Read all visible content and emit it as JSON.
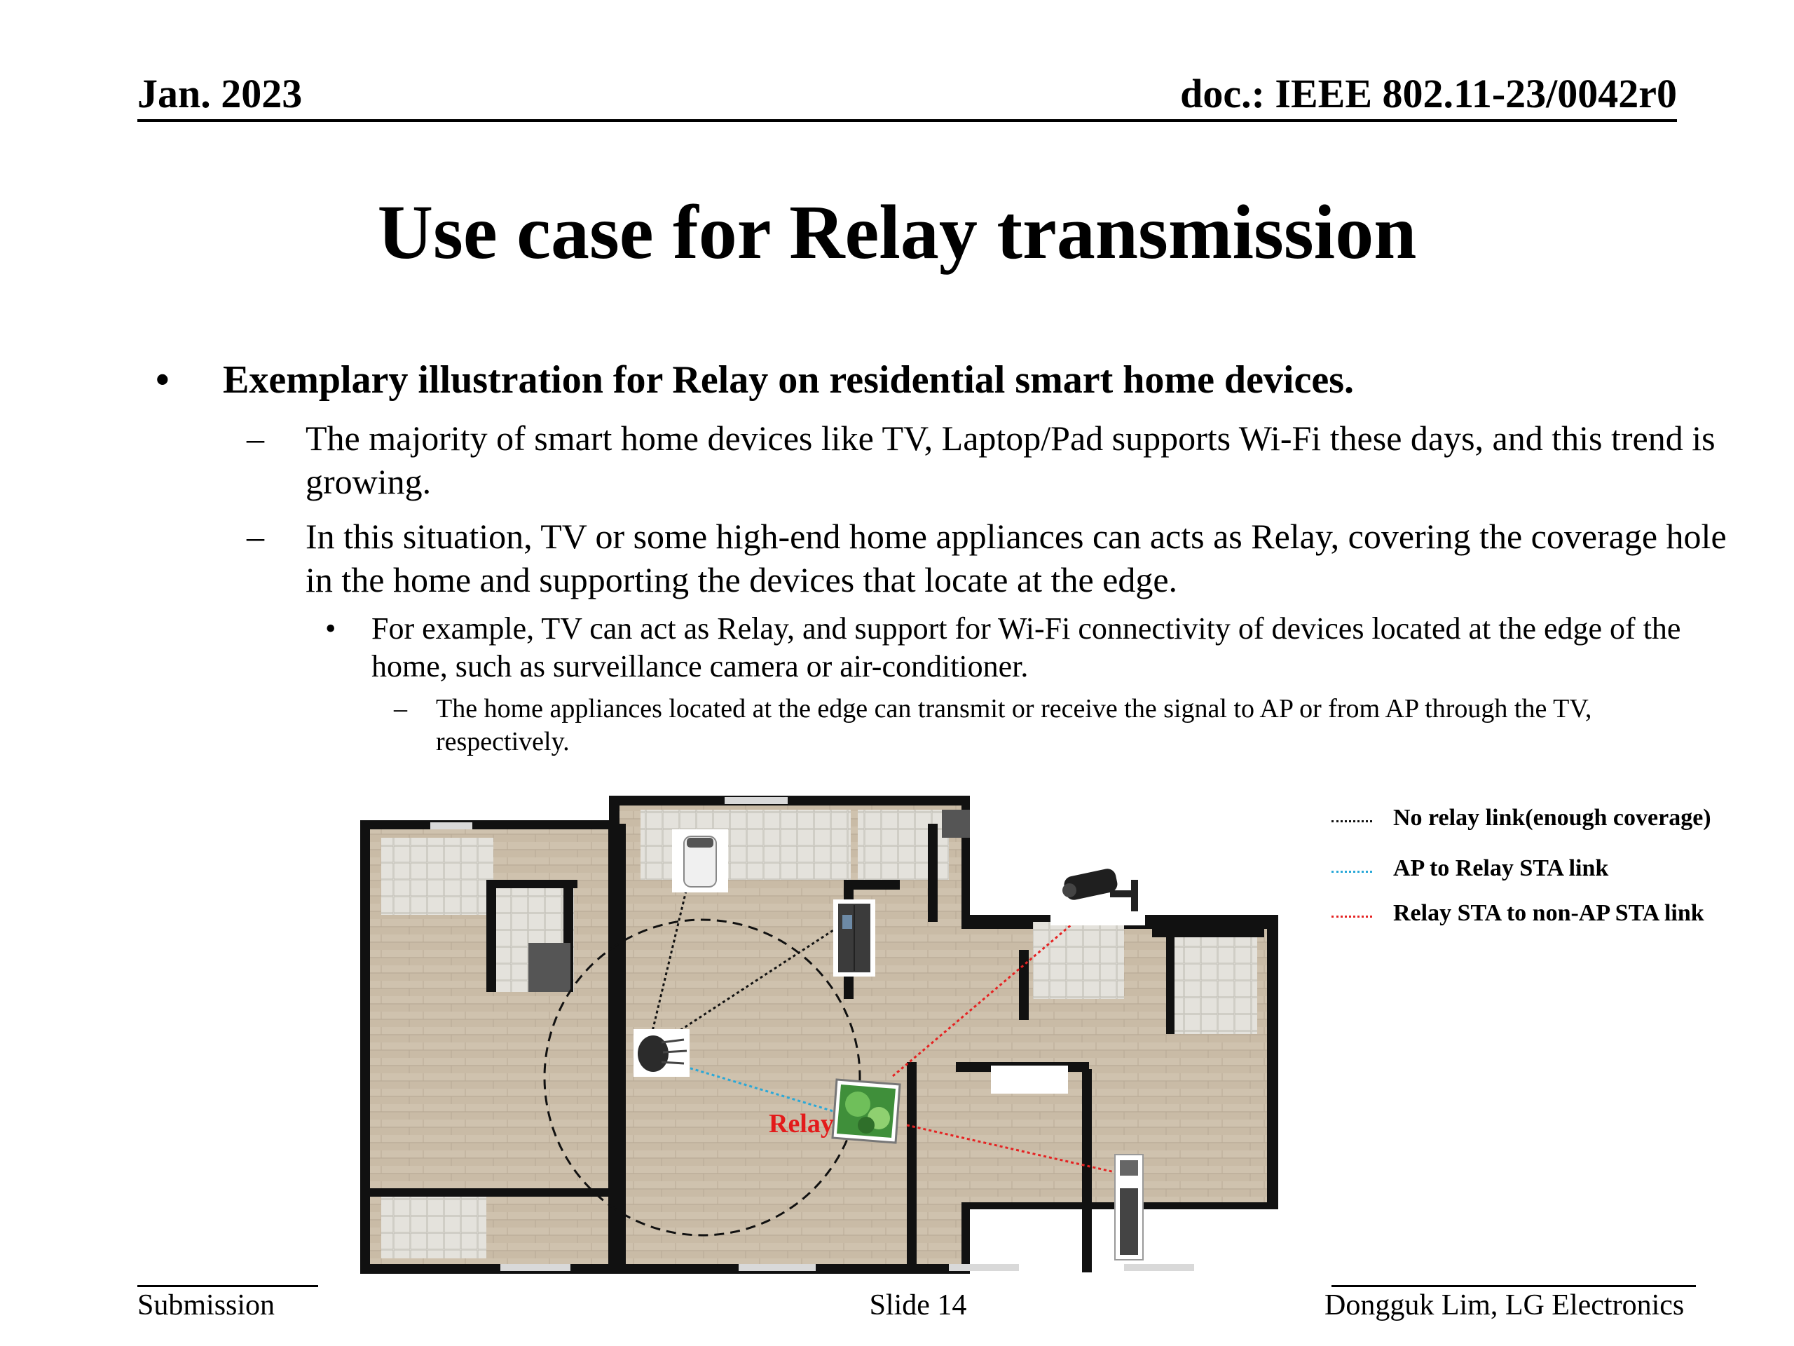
{
  "header": {
    "date": "Jan. 2023",
    "doc_id": "doc.: IEEE 802.11-23/0042r0"
  },
  "title": "Use case for Relay transmission",
  "bullets": {
    "l1": {
      "marker": "•",
      "text": "Exemplary illustration for Relay on residential smart home devices."
    },
    "l2a": {
      "marker": "–",
      "text": "The majority of  smart home devices like TV, Laptop/Pad supports Wi-Fi these days, and this trend is growing."
    },
    "l2b": {
      "marker": "–",
      "text": "In this situation, TV or some high-end home appliances can acts as Relay, covering the coverage hole in the home and supporting the devices that locate at the edge."
    },
    "l3": {
      "marker": "•",
      "text": "For example, TV can act as Relay, and support for Wi-Fi connectivity of devices located at the edge of the home, such as surveillance camera or air-conditioner."
    },
    "l4": {
      "marker": "–",
      "text": "The home appliances located at the edge can transmit or receive the signal to AP or from AP through the TV, respectively."
    }
  },
  "figure": {
    "relay_label": "Relay",
    "colors": {
      "no_relay": "#000000",
      "ap_to_relay": "#29a8d8",
      "relay_to_sta": "#e52222",
      "relay_text": "#e31b1b"
    }
  },
  "legend": {
    "no_relay": "No relay link(enough coverage)",
    "ap_relay": "AP to Relay STA link",
    "relay_sta": "Relay STA to non-AP STA link"
  },
  "footer": {
    "left": "Submission",
    "center": "Slide 14",
    "right": "Dongguk Lim, LG Electronics"
  }
}
